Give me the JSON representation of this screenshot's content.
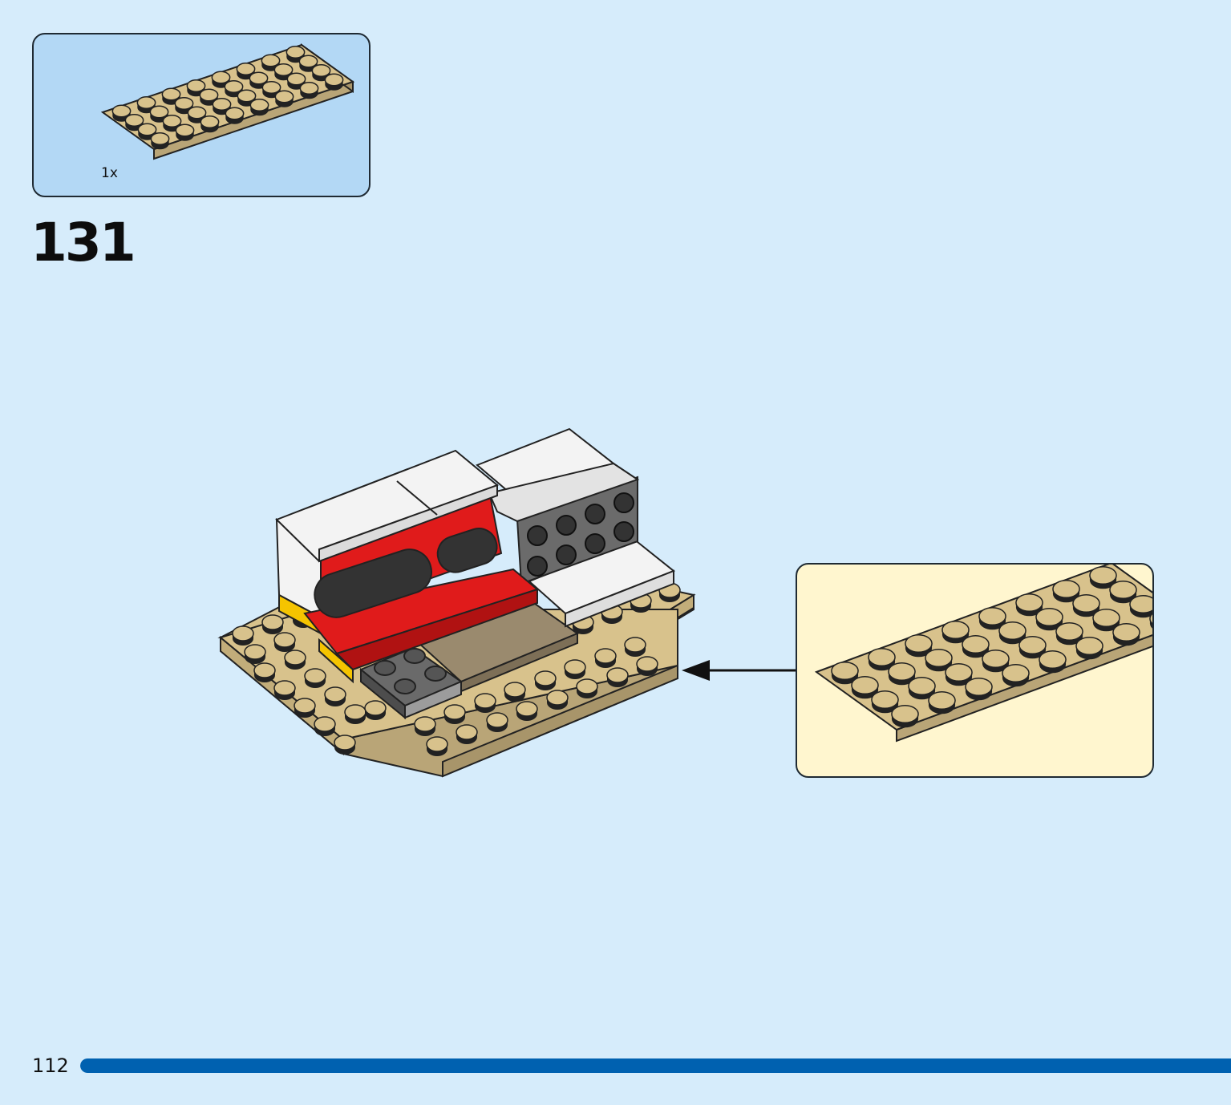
{
  "parts_list": {
    "items": [
      {
        "name": "tan-4x8-plate",
        "color": "#d8c28c",
        "quantity": "1x"
      }
    ]
  },
  "step": {
    "number": "131"
  },
  "callout": {
    "part_color": "#d8c28c"
  },
  "colors": {
    "page_background": "#d6ecfb",
    "parts_box_background": "#b3d8f5",
    "callout_background": "#fff6cf",
    "tan": "#d8c28c",
    "red": "#e01b1b",
    "white": "#f3f3f3",
    "dark_gray": "#5a5a5a",
    "light_gray": "#9c9c9c",
    "dark_tan": "#9a8a6e",
    "yellow": "#f5c400",
    "progress_blue": "#0061b0"
  },
  "footer": {
    "page_number": "112",
    "progress": 1.0
  }
}
